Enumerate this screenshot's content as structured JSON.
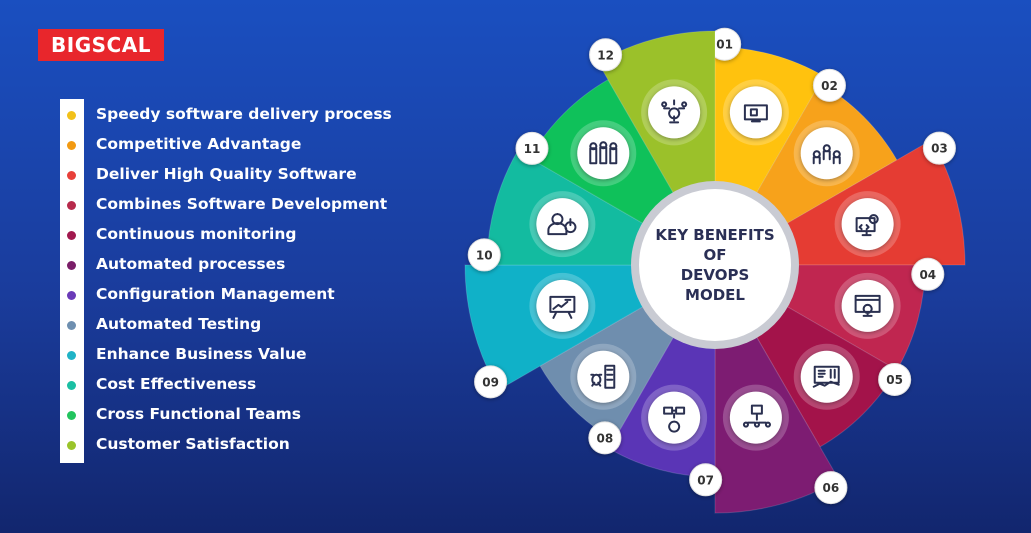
{
  "brand": {
    "logo_text": "BIGSCAL",
    "logo_color": "#e8262c"
  },
  "center": {
    "lines": [
      "KEY BENEFITS",
      "OF",
      "DEVOPS",
      "MODEL"
    ]
  },
  "benefits": [
    {
      "label": "Speedy software delivery process",
      "color": "#f2c11a"
    },
    {
      "label": "Competitive Advantage",
      "color": "#f29a12"
    },
    {
      "label": "Deliver High Quality Software",
      "color": "#e8403a"
    },
    {
      "label": "Combines Software Development",
      "color": "#b72a4c"
    },
    {
      "label": "Continuous monitoring",
      "color": "#a1194e"
    },
    {
      "label": "Automated processes",
      "color": "#7a1e68"
    },
    {
      "label": "Configuration Management",
      "color": "#6a3bb8"
    },
    {
      "label": "Automated Testing",
      "color": "#6e8fb0"
    },
    {
      "label": "Enhance Business Value",
      "color": "#20b3c6"
    },
    {
      "label": "Cost Effectiveness",
      "color": "#1bbfa3"
    },
    {
      "label": "Cross Functional Teams",
      "color": "#22c45e"
    },
    {
      "label": "Customer Satisfaction",
      "color": "#9ac42a"
    }
  ],
  "segments": [
    {
      "number": "01",
      "color": "#ffc20e",
      "icon": "monitor-box-icon"
    },
    {
      "number": "02",
      "color": "#f7a21b",
      "icon": "team-leader-icon"
    },
    {
      "number": "03",
      "color": "#e53c33",
      "icon": "code-gear-icon"
    },
    {
      "number": "04",
      "color": "#c02650",
      "icon": "browser-gear-icon"
    },
    {
      "number": "05",
      "color": "#a3134a",
      "icon": "dashboard-icon"
    },
    {
      "number": "06",
      "color": "#7d1c72",
      "icon": "workflow-icon"
    },
    {
      "number": "07",
      "color": "#5a35b6",
      "icon": "gears-icon"
    },
    {
      "number": "08",
      "color": "#6f8eae",
      "icon": "bug-code-icon"
    },
    {
      "number": "09",
      "color": "#10b1c8",
      "icon": "presentation-icon"
    },
    {
      "number": "10",
      "color": "#13bba0",
      "icon": "person-money-icon"
    },
    {
      "number": "11",
      "color": "#0fc15a",
      "icon": "business-team-icon"
    },
    {
      "number": "12",
      "color": "#9bc12a",
      "icon": "network-gear-icon"
    }
  ]
}
